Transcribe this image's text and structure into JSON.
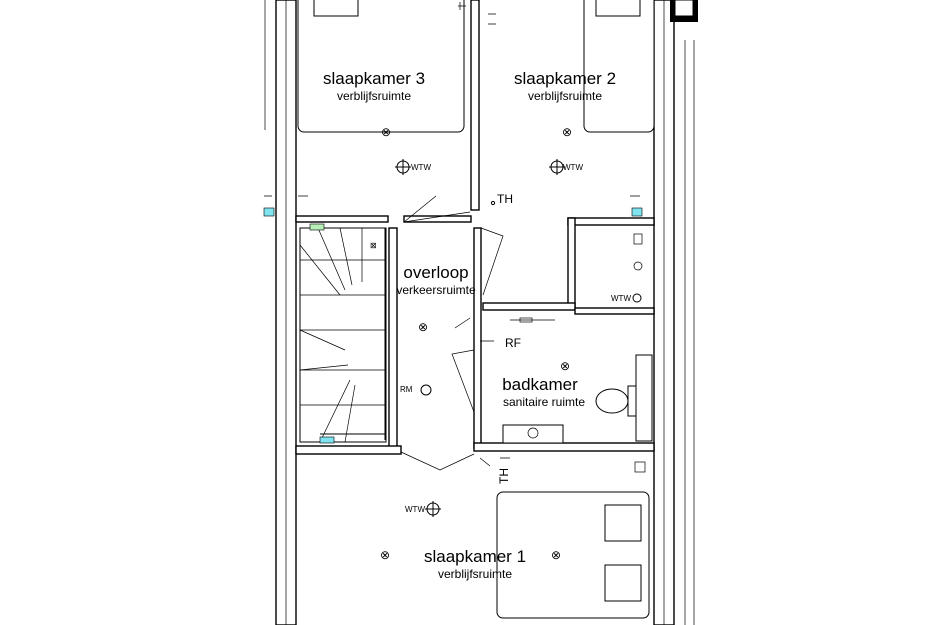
{
  "rooms": {
    "slaapkamer3": {
      "name": "slaapkamer 3",
      "function": "verblijfsruimte"
    },
    "slaapkamer2": {
      "name": "slaapkamer 2",
      "function": "verblijfsruimte"
    },
    "overloop": {
      "name": "overloop",
      "function": "verkeersruimte"
    },
    "badkamer": {
      "name": "badkamer",
      "function": "sanitaire ruimte"
    },
    "slaapkamer1": {
      "name": "slaapkamer 1",
      "function": "verblijfsruimte"
    }
  },
  "symbols": {
    "wtw": "WTW",
    "th": "TH",
    "rf": "RF",
    "rm": "RM"
  },
  "colors": {
    "lines": "#000000",
    "switch_marker": "#7fe3f0",
    "stair_marker": "#b6f0b6"
  }
}
